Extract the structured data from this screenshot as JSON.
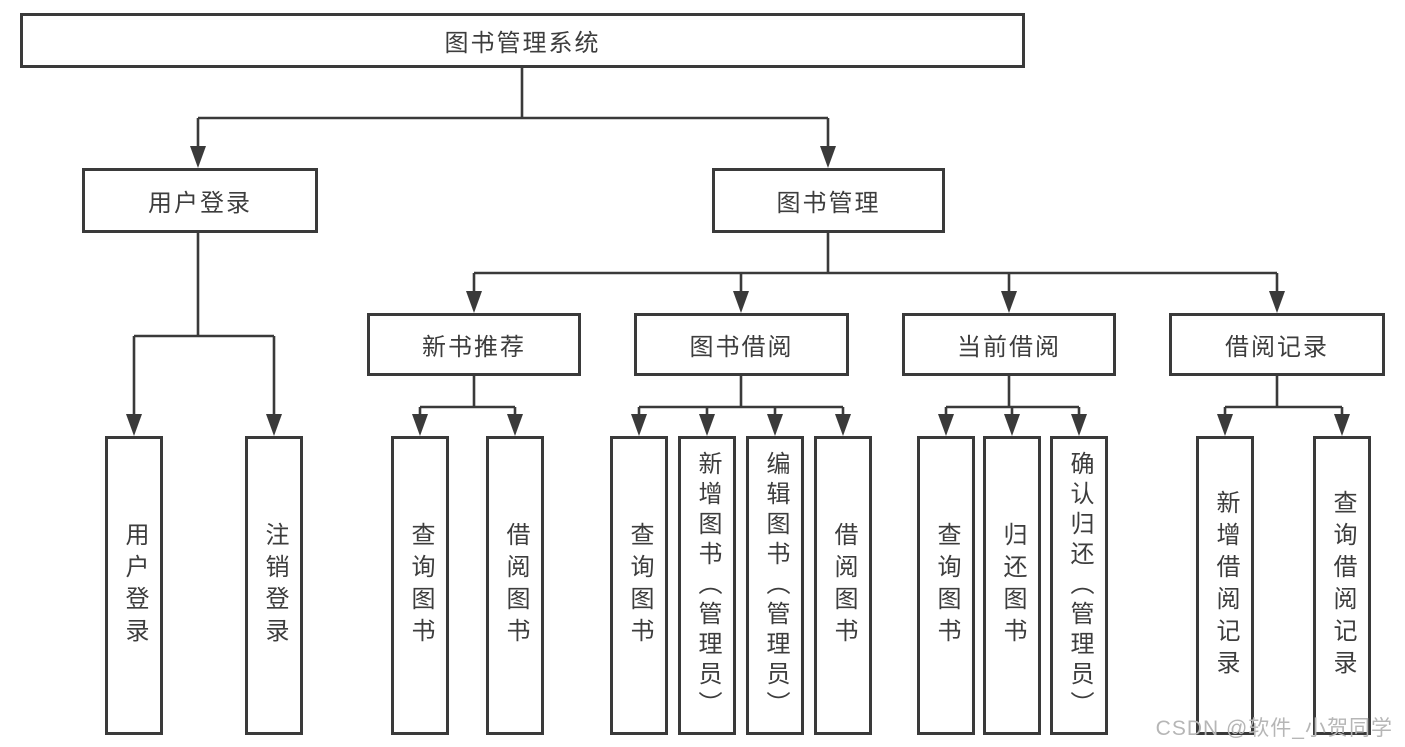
{
  "nodes": {
    "root": "图书管理系统",
    "level2": [
      "用户登录",
      "图书管理"
    ],
    "level3": [
      "新书推荐",
      "图书借阅",
      "当前借阅",
      "借阅记录"
    ],
    "leaves": {
      "userLogin": [
        "用户登录",
        "注销登录"
      ],
      "newBookRec": [
        "查询图书",
        "借阅图书"
      ],
      "bookBorrow": [
        "查询图书",
        "新增图书（管理员）",
        "编辑图书（管理员）",
        "借阅图书"
      ],
      "currentBorrow": [
        "查询图书",
        "归还图书",
        "确认归还（管理员）"
      ],
      "borrowRecords": [
        "新增借阅记录",
        "查询借阅记录"
      ]
    }
  },
  "watermark": "CSDN @软件_小贺同学",
  "colors": {
    "line": "#3a3a3a",
    "text": "#3d3d3d",
    "background": "#ffffff",
    "watermark": "#b6b6b6"
  }
}
